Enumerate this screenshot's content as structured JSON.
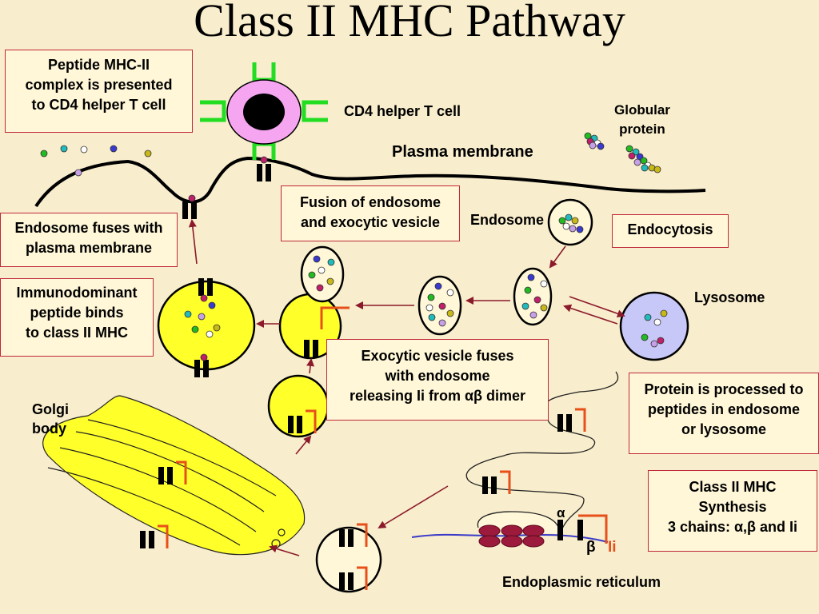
{
  "title": "Class II MHC Pathway",
  "boxes": {
    "presented": "Peptide MHC-II\ncomplex is presented\nto CD4 helper T cell",
    "fuses_plasma": "Endosome fuses with\nplasma membrane",
    "immunodominant": "Immunodominant\npeptide binds\nto class II MHC",
    "fusion_exocytic": "Fusion of endosome\nand exocytic vesicle",
    "endocytosis": "Endocytosis",
    "exocytic_fuses": "Exocytic vesicle fuses\nwith endosome\nreleasing Ii from αβ dimer",
    "processed": "Protein is processed to\npeptides in endosome\nor lysosome",
    "synthesis": "Class II MHC\nSynthesis\n3 chains: α,β and Ii"
  },
  "labels": {
    "cd4": "CD4 helper T cell",
    "globular": "Globular\nprotein",
    "plasma": "Plasma membrane",
    "endosome": "Endosome",
    "lysosome": "Lysosome",
    "golgi": "Golgi\nbody",
    "er": "Endoplasmic reticulum",
    "alpha": "α",
    "beta": "β",
    "ii": "Ii"
  },
  "colors": {
    "background": "#f8edcc",
    "box_border": "#c0283a",
    "arrow": "#8b1a2b",
    "vesicle": "#ffff2a",
    "golgi": "#ffff2a",
    "tcell": "#f6a6f0",
    "tcr": "#22dd22",
    "lysosome": "#c8c8f8",
    "ii_chain": "#e8501a",
    "ribosome": "#9c1a3c",
    "er_mrna": "#3a3ac8"
  }
}
